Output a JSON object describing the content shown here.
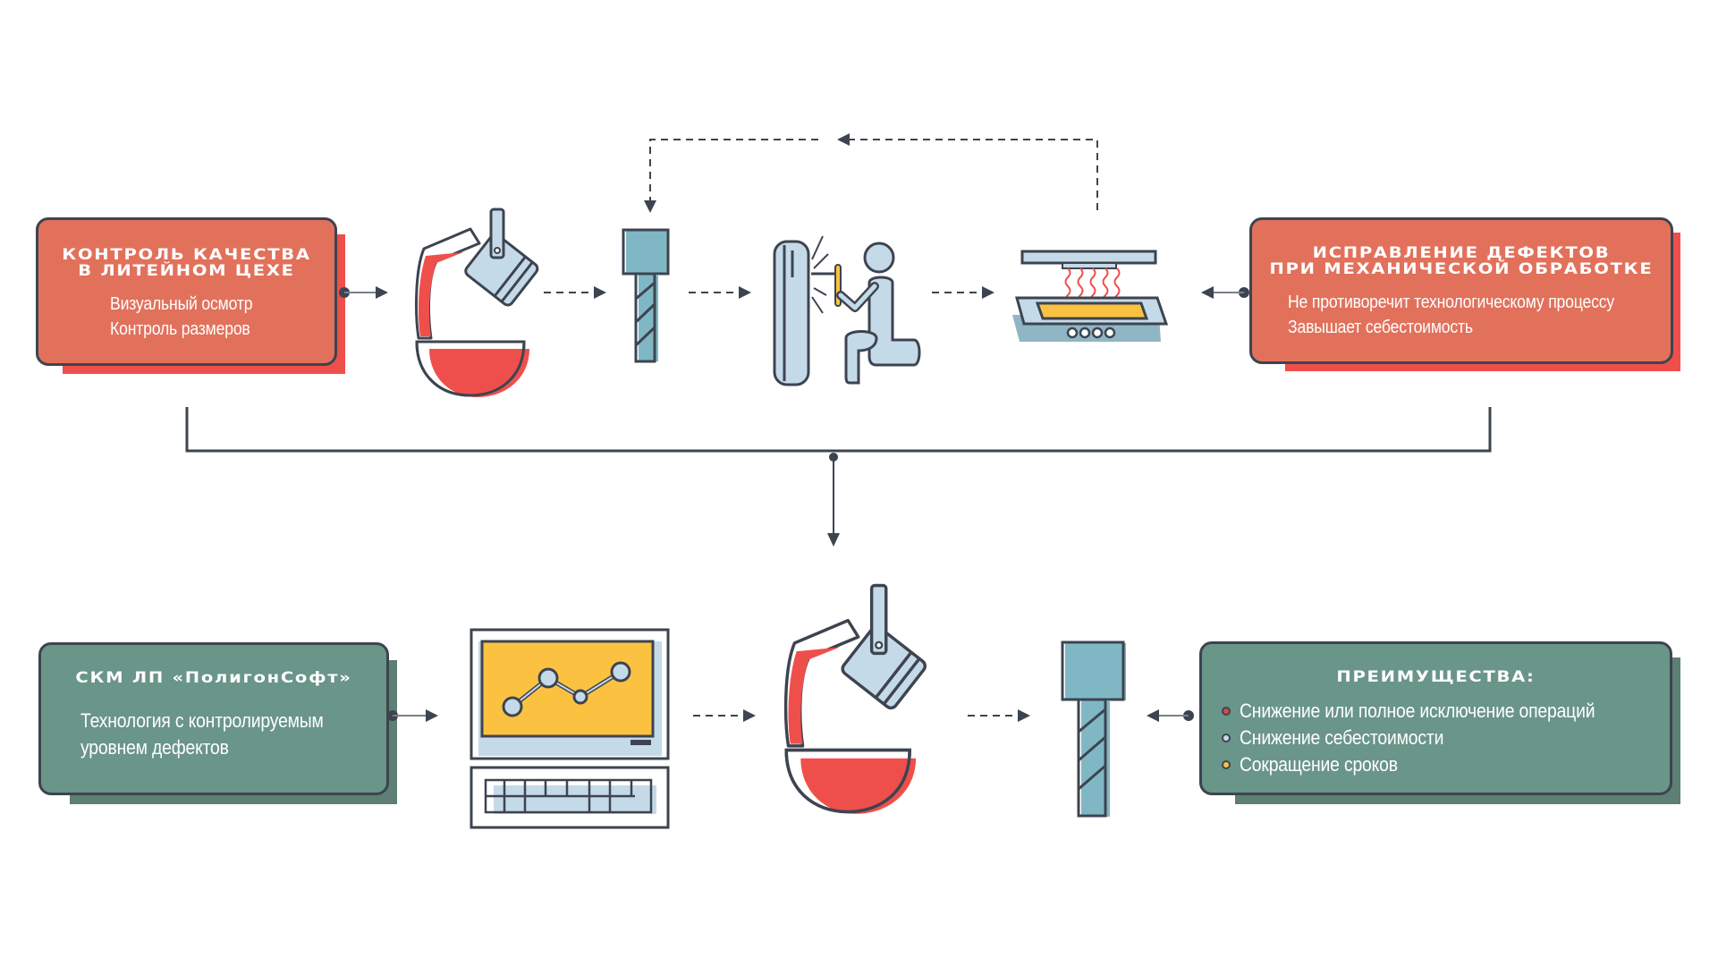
{
  "colors": {
    "stroke": "#3d4450",
    "red_box": "#e2715c",
    "red_shadow": "#ef4f4b",
    "green_box": "#6a9589",
    "green_shadow": "#5d7f74",
    "light_blue": "#c5dae8",
    "teal": "#7fb8c4",
    "molten_red": "#ef4f4b",
    "yellow": "#fbc241",
    "white": "#ffffff"
  },
  "top_row": {
    "left_box": {
      "title": [
        "Контроль качества",
        "в литейном цехе"
      ],
      "lines": [
        "Визуальный осмотр",
        "Контроль размеров"
      ]
    },
    "right_box": {
      "title": [
        "Исправление дефектов",
        "при механической обработке"
      ],
      "lines": [
        "Не противоречит технологическому процессу",
        "Завышает себестоимость"
      ]
    },
    "steps": [
      {
        "icon": "casting-ladle-icon"
      },
      {
        "icon": "milling-cutter-icon"
      },
      {
        "icon": "worker-grinding-icon"
      },
      {
        "icon": "heat-treatment-furnace-icon"
      }
    ]
  },
  "bottom_row": {
    "left_box": {
      "title": "СКМ ЛП «ПолигонСофт»",
      "lines": [
        "Технология с контролируемым",
        "уровнем дефектов"
      ]
    },
    "right_box": {
      "title": "Преимущества:",
      "items": [
        {
          "text": "Снижение или полное исключение операций",
          "dot_color": "#d94a45"
        },
        {
          "text": "Снижение себестоимости",
          "dot_color": "#c5dae8"
        },
        {
          "text": "Сокращение сроков",
          "dot_color": "#fbc241"
        }
      ]
    },
    "steps": [
      {
        "icon": "computer-simulation-icon"
      },
      {
        "icon": "casting-ladle-icon"
      },
      {
        "icon": "milling-cutter-icon"
      }
    ]
  }
}
